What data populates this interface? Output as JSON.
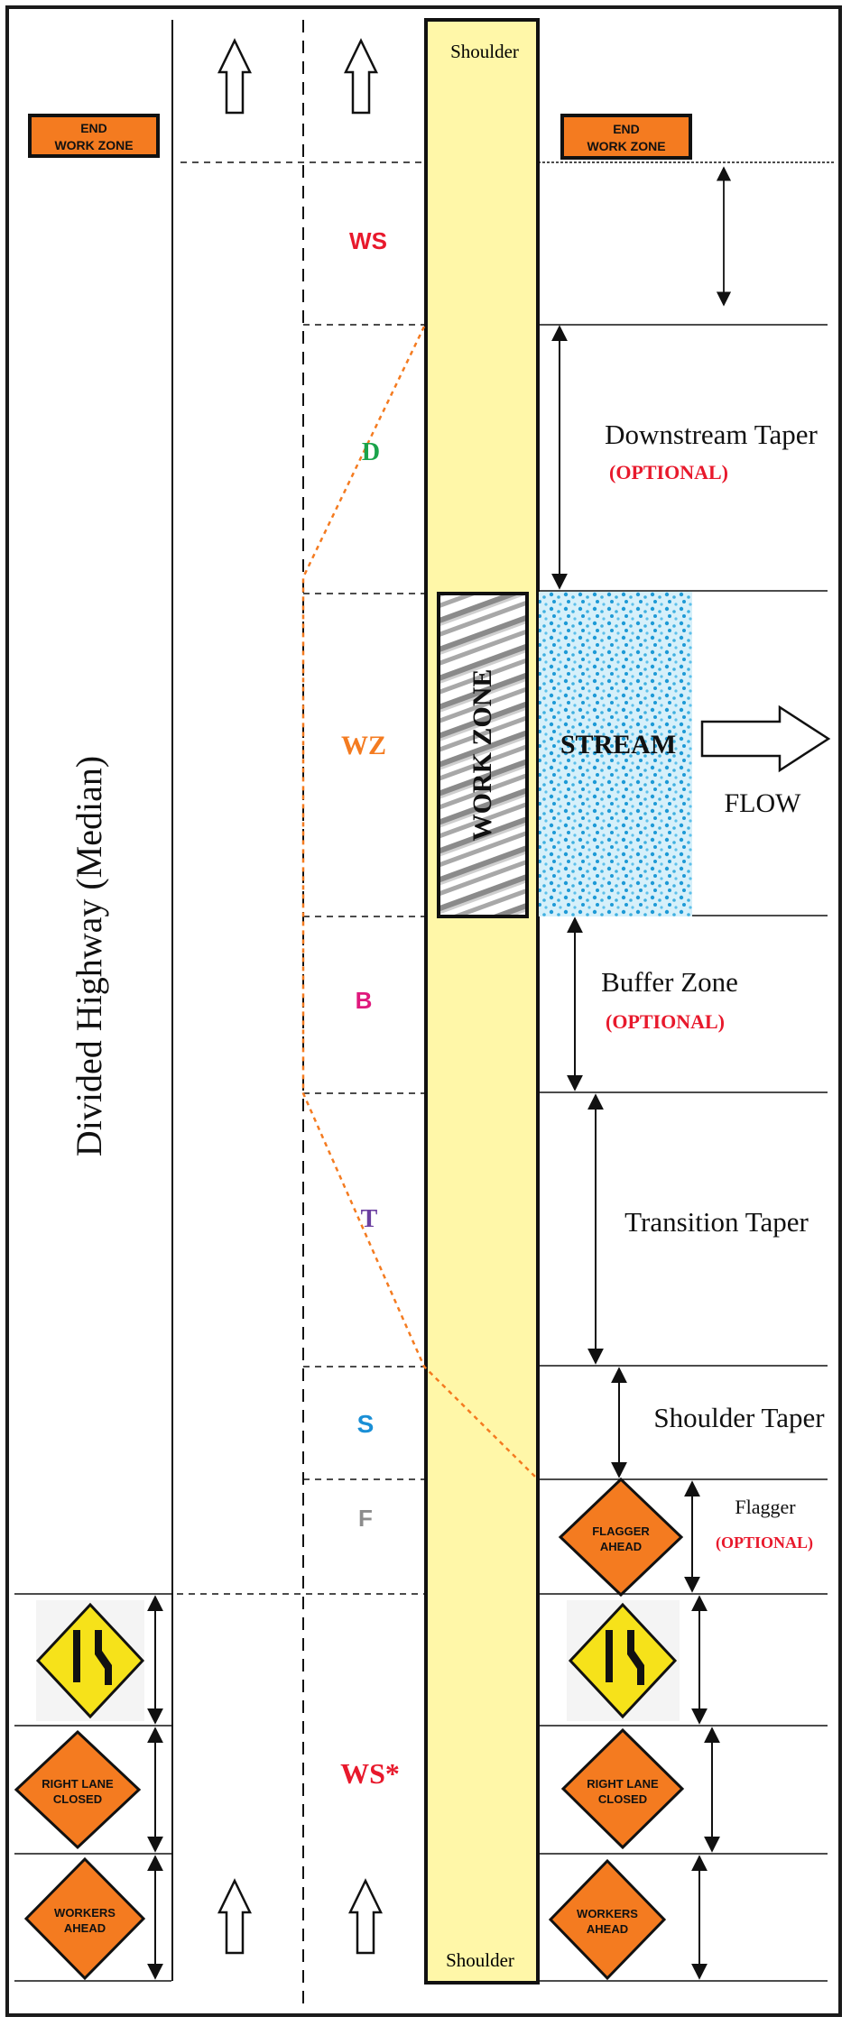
{
  "shoulder_top": "Shoulder",
  "shoulder_bottom": "Shoulder",
  "end_sign_left": [
    "END",
    "WORK ZONE"
  ],
  "end_sign_right": [
    "END",
    "WORK ZONE"
  ],
  "median_label": "Divided Highway (Median)",
  "zones": {
    "ws": "WS",
    "d": "D",
    "wz": "WZ",
    "b": "B",
    "t": "T",
    "s": "S",
    "f": "F",
    "ws_star": "WS*"
  },
  "work_zone_label": "WORK ZONE",
  "stream_label": "STREAM",
  "flow_label": "FLOW",
  "downstream_taper": "Downstream Taper",
  "downstream_optional": "(OPTIONAL)",
  "buffer_zone": "Buffer Zone",
  "buffer_optional": "(OPTIONAL)",
  "transition_taper": "Transition Taper",
  "shoulder_taper": "Shoulder Taper",
  "flagger": "Flagger",
  "flagger_optional": "(OPTIONAL)",
  "flagger_sign": [
    "FLAGGER",
    "AHEAD"
  ],
  "right_lane_closed_sign": [
    "RIGHT LANE",
    "CLOSED"
  ],
  "workers_ahead_sign": [
    "WORKERS",
    "AHEAD"
  ],
  "colors": {
    "ws": "#e8192c",
    "d": "#1aa34a",
    "wz": "#f47b20",
    "b": "#e0197d",
    "t": "#6b3fa0",
    "s": "#1a8fd6",
    "f": "#8c8c8c",
    "optional": "#e8192c",
    "sign_orange": "#f47b20",
    "shoulder_yellow": "#fff7a8",
    "stream_blue": "#7fd0ee",
    "taper_orange": "#f47b20",
    "merge_yellow": "#f6e21a"
  }
}
